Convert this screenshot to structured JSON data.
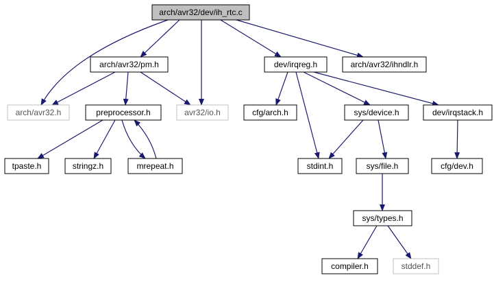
{
  "graph": {
    "colors": {
      "edge": "#191970",
      "node_border": "#000000",
      "missing_border": "#bfbfbf",
      "missing_text": "#555555",
      "root_fill": "#bfbfbf",
      "fill": "#ffffff",
      "text": "#000000"
    },
    "nodes": [
      {
        "id": "root",
        "label": "arch/avr32/dev/ih_rtc.c",
        "kind": "root"
      },
      {
        "id": "pm",
        "label": "arch/avr32/pm.h",
        "kind": "normal"
      },
      {
        "id": "irqreg",
        "label": "dev/irqreg.h",
        "kind": "normal"
      },
      {
        "id": "ihndlr",
        "label": "arch/avr32/ihndlr.h",
        "kind": "normal"
      },
      {
        "id": "avr32h",
        "label": "arch/avr32.h",
        "kind": "missing"
      },
      {
        "id": "preproc",
        "label": "preprocessor.h",
        "kind": "normal"
      },
      {
        "id": "io",
        "label": "avr32/io.h",
        "kind": "missing"
      },
      {
        "id": "cfgarch",
        "label": "cfg/arch.h",
        "kind": "normal"
      },
      {
        "id": "device",
        "label": "sys/device.h",
        "kind": "normal"
      },
      {
        "id": "irqstack",
        "label": "dev/irqstack.h",
        "kind": "normal"
      },
      {
        "id": "tpaste",
        "label": "tpaste.h",
        "kind": "normal"
      },
      {
        "id": "stringz",
        "label": "stringz.h",
        "kind": "normal"
      },
      {
        "id": "mrepeat",
        "label": "mrepeat.h",
        "kind": "normal"
      },
      {
        "id": "stdint",
        "label": "stdint.h",
        "kind": "normal"
      },
      {
        "id": "file",
        "label": "sys/file.h",
        "kind": "normal"
      },
      {
        "id": "cfgdev",
        "label": "cfg/dev.h",
        "kind": "normal"
      },
      {
        "id": "types",
        "label": "sys/types.h",
        "kind": "normal"
      },
      {
        "id": "compiler",
        "label": "compiler.h",
        "kind": "normal"
      },
      {
        "id": "stddef",
        "label": "stddef.h",
        "kind": "missing"
      }
    ],
    "edges": [
      {
        "from": "root",
        "to": "avr32h"
      },
      {
        "from": "root",
        "to": "pm"
      },
      {
        "from": "root",
        "to": "io"
      },
      {
        "from": "root",
        "to": "irqreg"
      },
      {
        "from": "root",
        "to": "ihndlr"
      },
      {
        "from": "pm",
        "to": "avr32h"
      },
      {
        "from": "pm",
        "to": "preproc"
      },
      {
        "from": "pm",
        "to": "io"
      },
      {
        "from": "preproc",
        "to": "tpaste"
      },
      {
        "from": "preproc",
        "to": "stringz"
      },
      {
        "from": "preproc",
        "to": "mrepeat"
      },
      {
        "from": "mrepeat",
        "to": "preproc"
      },
      {
        "from": "irqreg",
        "to": "cfgarch"
      },
      {
        "from": "irqreg",
        "to": "stdint"
      },
      {
        "from": "irqreg",
        "to": "device"
      },
      {
        "from": "irqreg",
        "to": "irqstack"
      },
      {
        "from": "device",
        "to": "stdint"
      },
      {
        "from": "device",
        "to": "file"
      },
      {
        "from": "irqstack",
        "to": "cfgdev"
      },
      {
        "from": "file",
        "to": "types"
      },
      {
        "from": "types",
        "to": "compiler"
      },
      {
        "from": "types",
        "to": "stddef"
      }
    ]
  }
}
